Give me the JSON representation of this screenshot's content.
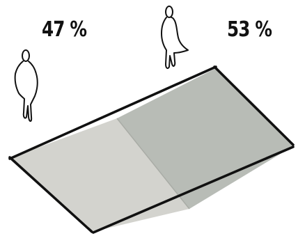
{
  "labels": {
    "left_share": "47 %",
    "right_share": "53 %"
  },
  "figures": [
    {
      "name": "person-left",
      "icon": "standing-person-icon"
    },
    {
      "name": "person-right",
      "icon": "standing-person-icon"
    }
  ],
  "floor": {
    "left_share_value": 47,
    "right_share_value": 53,
    "colors": {
      "left_area": "#d3d3ce",
      "right_area": "#b8bcb6",
      "outline": "#111111"
    }
  }
}
